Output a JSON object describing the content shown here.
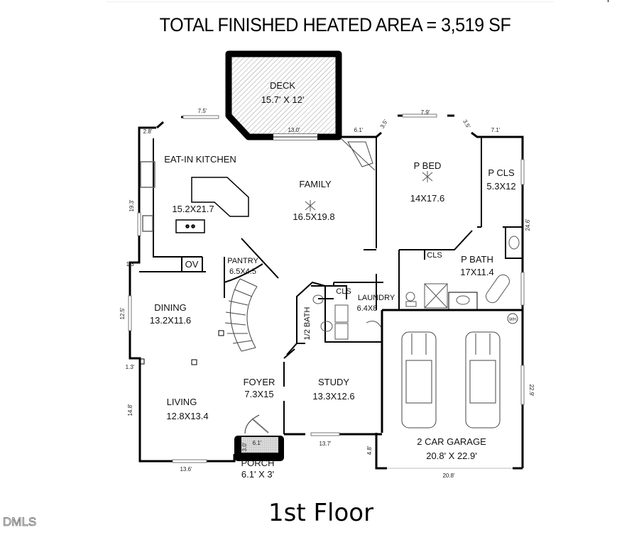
{
  "header": {
    "title": "TOTAL FINISHED HEATED AREA = 3,519 SF"
  },
  "footer": {
    "floor_label": "1st Floor",
    "watermark": "DMLS"
  },
  "rooms": {
    "deck": {
      "name": "DECK",
      "size": "15.7' X 12'"
    },
    "kitchen": {
      "name": "EAT-IN KITCHEN",
      "size": "15.2X21.7"
    },
    "family": {
      "name": "FAMILY",
      "size": "16.5X19.8"
    },
    "p_bed": {
      "name": "P BED",
      "size": "14X17.6"
    },
    "p_cls": {
      "name": "P CLS",
      "size": "5.3X12"
    },
    "pantry": {
      "name": "PANTRY",
      "size": "6.5X4.5"
    },
    "oven": {
      "name": "OV"
    },
    "p_bath": {
      "name": "P BATH",
      "size": "17X11.4"
    },
    "p_bath_cls": {
      "name": "CLS"
    },
    "dining": {
      "name": "DINING",
      "size": "13.2X11.6"
    },
    "half_bath": {
      "name": "1/2 BATH"
    },
    "laundry_cls": {
      "name": "CLS"
    },
    "laundry": {
      "name": "LAUNDRY",
      "size": "6.4X8"
    },
    "foyer": {
      "name": "FOYER",
      "size": "7.3X15"
    },
    "study": {
      "name": "STUDY",
      "size": "13.3X12.6"
    },
    "living": {
      "name": "LIVING",
      "size": "12.8X13.4"
    },
    "garage": {
      "name": "2 CAR GARAGE",
      "size": "20.8' X 22.9'"
    },
    "porch": {
      "name": "PORCH",
      "size": "6.1' X 3'"
    },
    "water_heater": {
      "name": "WH"
    }
  },
  "dimensions": {
    "kitchen_top": "7.5'",
    "kitchen_corner": "2.8'",
    "deck_window": "13.0'",
    "family_right": "6.1'",
    "bed_angle_left": "3.5'",
    "bed_top": "7.9'",
    "bed_angle_right": "3.5'",
    "cls_top": "7.1'",
    "kitchen_left": "19.3'",
    "jog_upper": "1.3'",
    "dining_left": "12.5'",
    "jog_lower": "1.3'",
    "living_left": "14.8'",
    "right_upper": "24.6'",
    "garage_right": "22.9'",
    "living_bottom": "13.6'",
    "porch_width": "6.1'",
    "porch_depth": "3.0'",
    "study_bottom": "13.7'",
    "garage_jog": "4.8'",
    "garage_bottom": "20.8'"
  }
}
